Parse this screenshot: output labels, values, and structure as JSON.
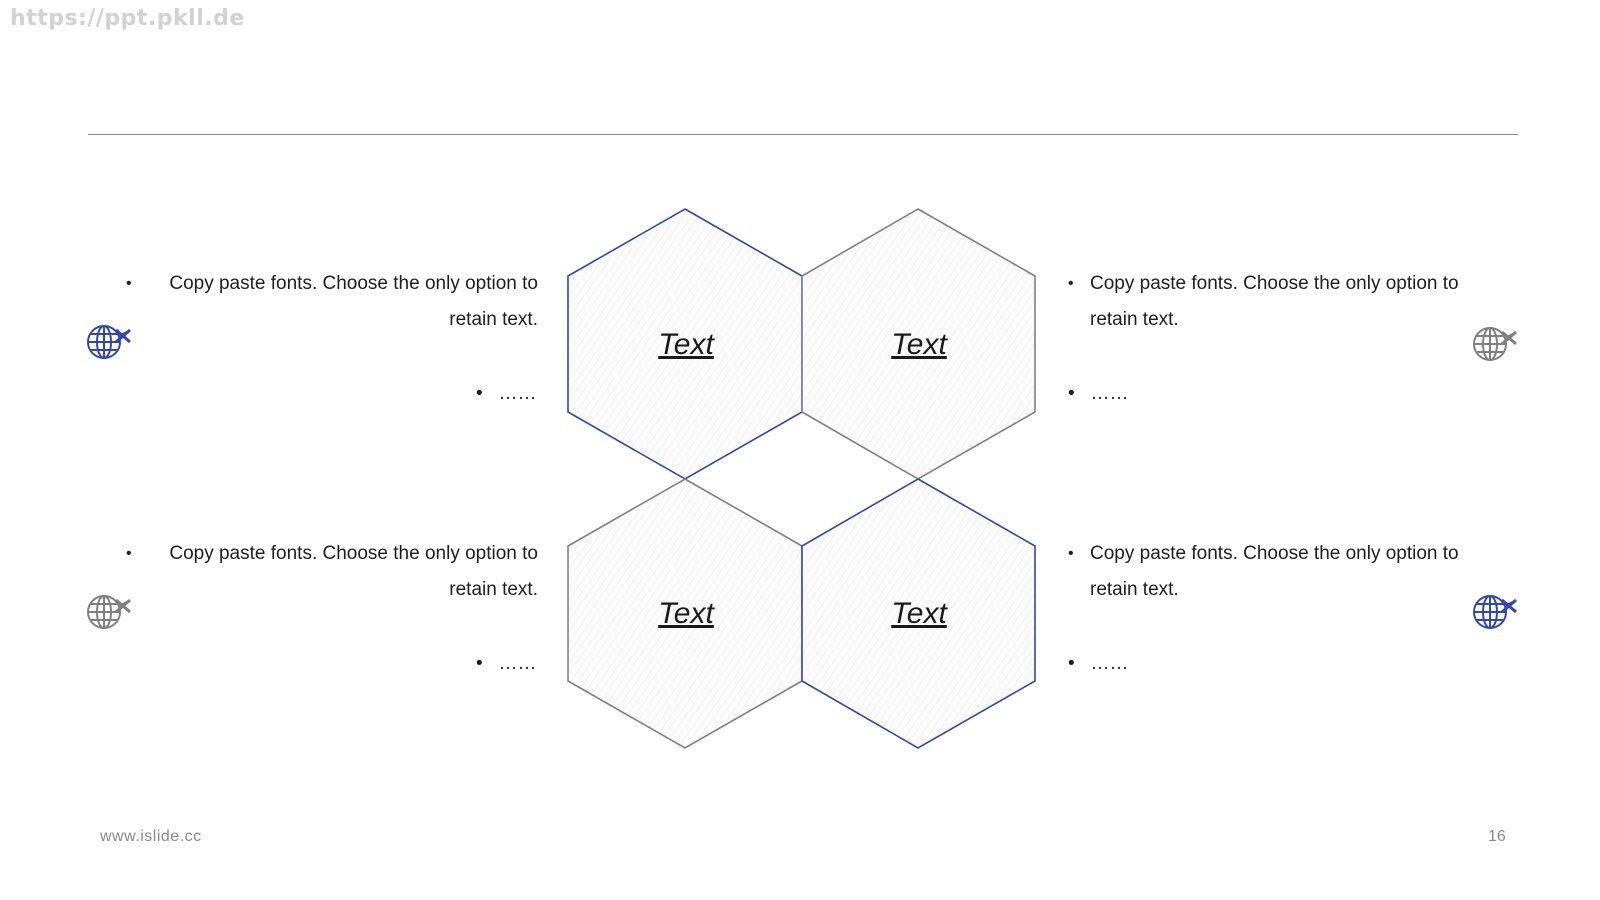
{
  "watermark": "https://ppt.pkll.de",
  "colors": {
    "accent": "#3346b0",
    "neutral": "#808080",
    "rule": "#bdbdbd"
  },
  "hexagons": [
    {
      "label": "Text",
      "border": "accent"
    },
    {
      "label": "Text",
      "border": "neutral"
    },
    {
      "label": "Text",
      "border": "neutral"
    },
    {
      "label": "Text",
      "border": "accent"
    }
  ],
  "panels": [
    {
      "text_line1": "Copy paste fonts. Choose the only option to",
      "text_line2": "retain text.",
      "sub": "……",
      "icon": "globe-plane-icon",
      "icon_color": "accent"
    },
    {
      "text_line1": "Copy paste fonts. Choose the only option to",
      "text_line2": "retain text.",
      "sub": "……",
      "icon": "globe-plane-icon",
      "icon_color": "neutral"
    },
    {
      "text_line1": "Copy paste fonts. Choose the only option to",
      "text_line2": "retain text.",
      "sub": "……",
      "icon": "globe-plane-icon",
      "icon_color": "neutral"
    },
    {
      "text_line1": "Copy paste fonts. Choose the only option to",
      "text_line2": "retain text.",
      "sub": "……",
      "icon": "globe-plane-icon",
      "icon_color": "accent"
    }
  ],
  "footer": {
    "url": "www.islide.cc",
    "page_number": "16"
  }
}
